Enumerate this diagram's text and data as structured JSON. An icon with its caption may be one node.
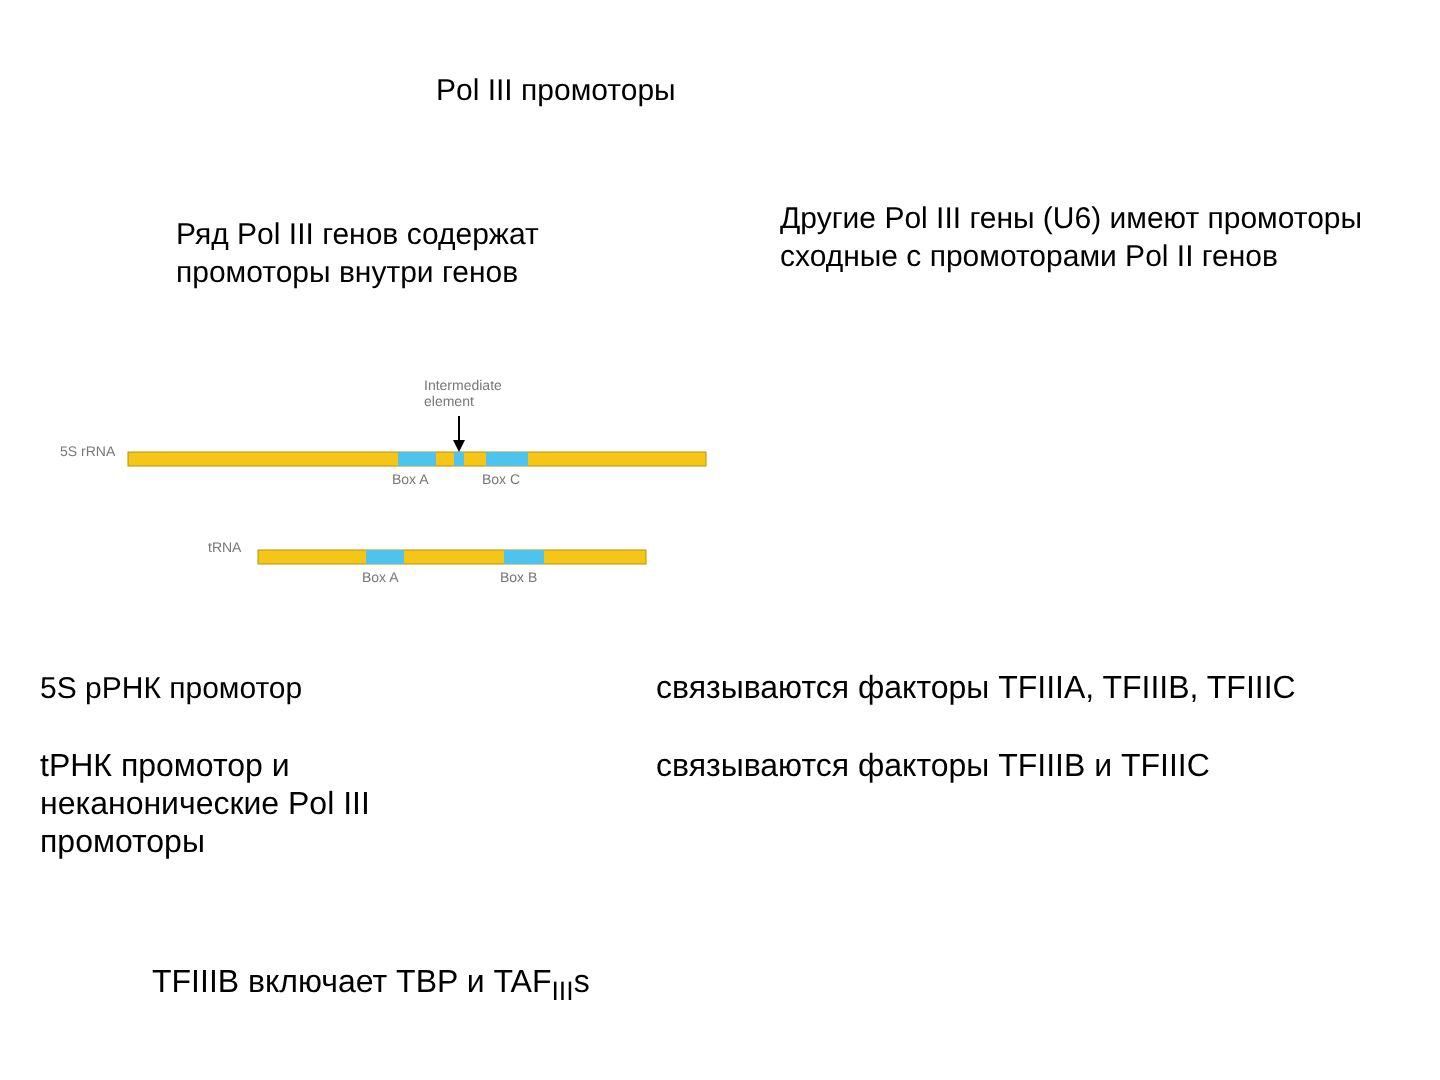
{
  "diagram": {
    "title": "Pol III промоторы",
    "nodes": [
      {
        "text": [
          "Intermediate element"
        ]
      },
      {
        "text": [],
        "shape": "box"
      }
    ],
    "edges": [
      {
        "from": 0,
        "to": 1,
        "arrow": "to"
      }
    ],
    "labels": [
      "Ряд Pol III генов содержат промоторы внутри генов",
      "Другие Pol III гены (U6) имеют промоторы сходные с промоторами Pol II генов",
      "5S rRNA",
      "Box A",
      "Box C",
      "tRNA",
      "Box A",
      "Box B",
      "5S рРНК промотор",
      "связываются факторы TFIIIA, TFIIIB, TFIIIC",
      "tРНК промотор и неканонические Pol III промоторы",
      "связываются факторы TFIIIB и TFIIIC",
      "TFIIIB включает TBP и TAF$_{III}$s"
    ]
  }
}
